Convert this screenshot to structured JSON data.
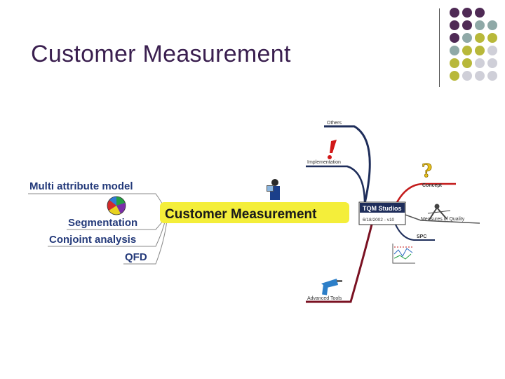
{
  "slide": {
    "title": "Customer Measurement"
  },
  "map": {
    "center_label": "Customer Measurement",
    "left_items": [
      "Multi attribute model",
      "Segmentation",
      "Conjoint analysis",
      "QFD"
    ],
    "studio_box": {
      "title": "TQM Studios",
      "subtitle": "6/18/2002 - v10"
    },
    "right_items": {
      "others": "Others",
      "implementation": "Implementation",
      "concept": "Concept",
      "measures": "Measures of Quality",
      "spc": "SPC",
      "advanced": "Advanced Tools"
    }
  },
  "icons": {
    "pie": "pie-chart-icon",
    "person": "presenter-icon",
    "exclamation": "exclamation-icon",
    "question": "question-mark-icon",
    "compass": "compass-icon",
    "spc": "spc-chart-icon",
    "drill": "drill-icon"
  },
  "colors": {
    "title": "#3a1f4f",
    "dot_purple": "#4f2a55",
    "dot_teal": "#8fa9a7",
    "dot_olive": "#b8b83a",
    "dot_gray": "#cfcfd8",
    "highlight": "#f4ee3a",
    "branch_navy": "#1e2d5a",
    "branch_red": "#c31a1a",
    "branch_maroon": "#7a1122"
  }
}
